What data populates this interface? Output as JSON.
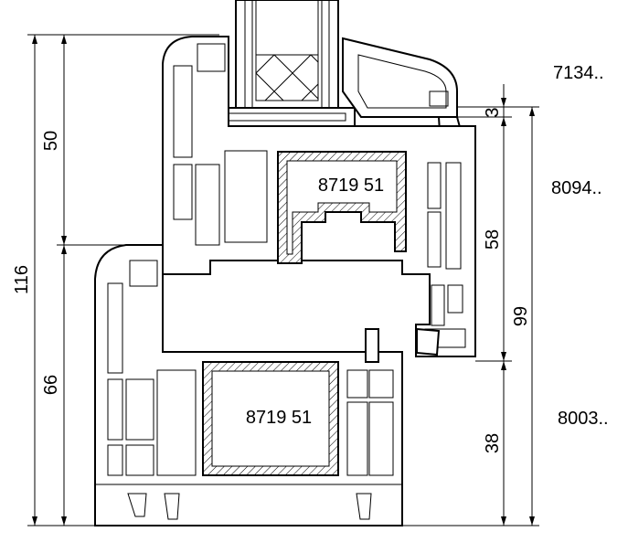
{
  "dimensions": {
    "left_total": "116",
    "left_upper": "50",
    "left_lower": "66",
    "right_gap": "3",
    "right_upper": "58",
    "right_total": "99",
    "right_lower": "38"
  },
  "reinforcement_labels": {
    "upper": "8719 51",
    "lower": "8719 51"
  },
  "part_numbers": {
    "glazing_bead": "7134..",
    "sash": "8094..",
    "frame": "8003.."
  },
  "colors": {
    "line": "#000000",
    "background": "#ffffff"
  }
}
